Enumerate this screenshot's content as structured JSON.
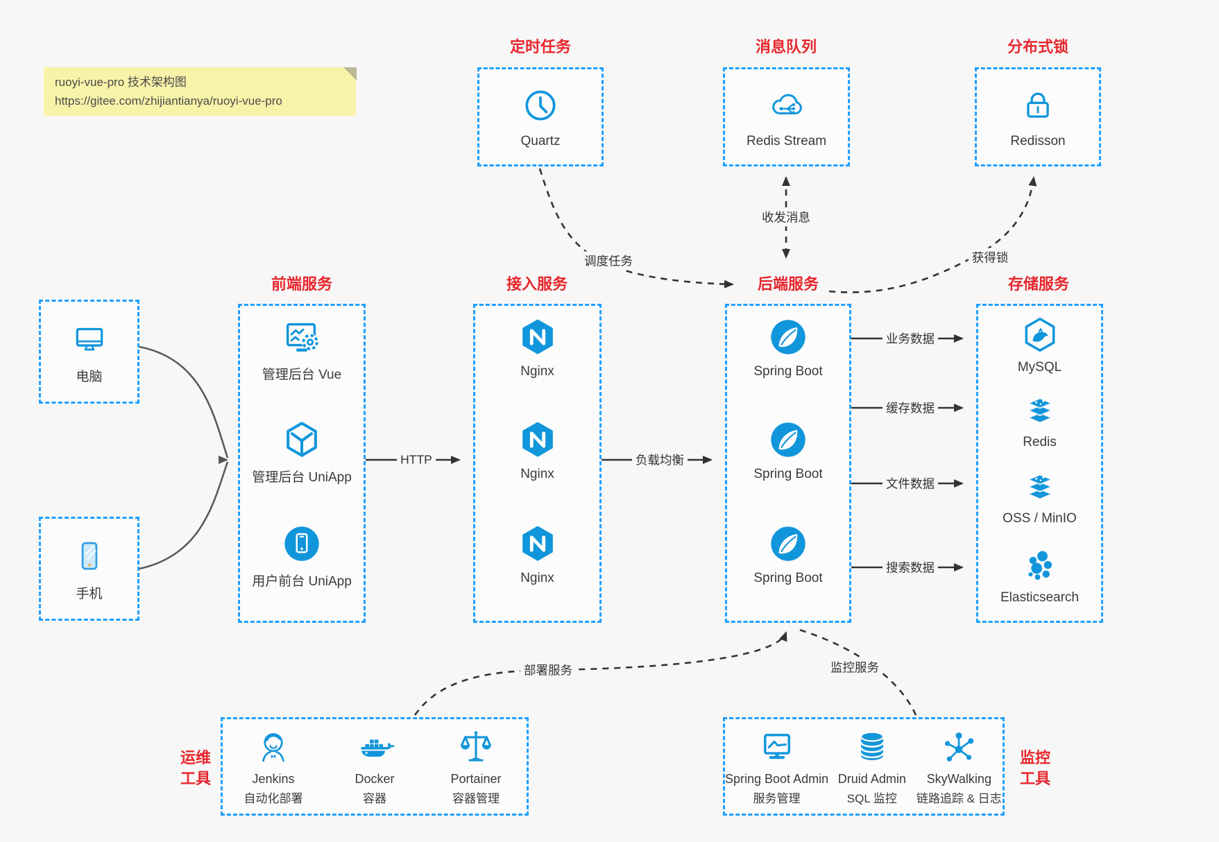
{
  "note": {
    "line1": "ruoyi-vue-pro 技术架构图",
    "line2": "https://gitee.com/zhijiantianya/ruoyi-vue-pro"
  },
  "colors": {
    "accent_blue": "#1296db",
    "border_blue": "#1e9fff",
    "title_red": "#e8262d",
    "arrow_black": "#333333",
    "client_gray": "#5a5a5a",
    "note_bg": "#f9f3a9",
    "page_bg": "#f7f7f7"
  },
  "top": {
    "scheduled": {
      "title": "定时任务",
      "item": {
        "label": "Quartz",
        "icon": "clock-icon"
      }
    },
    "mq": {
      "title": "消息队列",
      "item": {
        "label": "Redis Stream",
        "icon": "cloud-stream-icon"
      }
    },
    "lock": {
      "title": "分布式锁",
      "item": {
        "label": "Redisson",
        "icon": "padlock-icon"
      }
    }
  },
  "clients": {
    "computer": {
      "label": "电脑",
      "icon": "desktop-icon"
    },
    "phone": {
      "label": "手机",
      "icon": "smartphone-icon"
    }
  },
  "columns": {
    "frontend": {
      "title": "前端服务",
      "items": [
        {
          "label": "管理后台 Vue",
          "icon": "admin-vue-icon"
        },
        {
          "label": "管理后台 UniApp",
          "icon": "uniapp-cube-icon"
        },
        {
          "label": "用户前台 UniApp",
          "icon": "user-app-icon"
        }
      ]
    },
    "gateway": {
      "title": "接入服务",
      "items": [
        {
          "label": "Nginx",
          "icon": "nginx-icon"
        },
        {
          "label": "Nginx",
          "icon": "nginx-icon"
        },
        {
          "label": "Nginx",
          "icon": "nginx-icon"
        }
      ]
    },
    "backend": {
      "title": "后端服务",
      "items": [
        {
          "label": "Spring Boot",
          "icon": "spring-boot-icon"
        },
        {
          "label": "Spring Boot",
          "icon": "spring-boot-icon"
        },
        {
          "label": "Spring Boot",
          "icon": "spring-boot-icon"
        }
      ]
    },
    "storage": {
      "title": "存储服务",
      "items": [
        {
          "label": "MySQL",
          "icon": "mysql-icon"
        },
        {
          "label": "Redis",
          "icon": "redis-stack-icon"
        },
        {
          "label": "OSS / MinIO",
          "icon": "oss-stack-icon"
        },
        {
          "label": "Elasticsearch",
          "icon": "elasticsearch-icon"
        }
      ]
    }
  },
  "bottom": {
    "devops": {
      "title_line1": "运维",
      "title_line2": "工具",
      "items": [
        {
          "name": "Jenkins",
          "desc": "自动化部署",
          "icon": "jenkins-icon"
        },
        {
          "name": "Docker",
          "desc": "容器",
          "icon": "docker-icon"
        },
        {
          "name": "Portainer",
          "desc": "容器管理",
          "icon": "portainer-icon"
        }
      ]
    },
    "monitoring": {
      "title_line1": "监控",
      "title_line2": "工具",
      "items": [
        {
          "name": "Spring Boot Admin",
          "desc": "服务管理",
          "icon": "spring-boot-admin-icon"
        },
        {
          "name": "Druid Admin",
          "desc": "SQL 监控",
          "icon": "druid-icon"
        },
        {
          "name": "SkyWalking",
          "desc": "链路追踪 & 日志",
          "icon": "skywalking-icon"
        }
      ]
    }
  },
  "edges": {
    "http": "HTTP",
    "load_balance": "负载均衡",
    "business_data": "业务数据",
    "cache_data": "缓存数据",
    "file_data": "文件数据",
    "search_data": "搜索数据",
    "schedule_task": "调度任务",
    "send_receive_message": "收发消息",
    "acquire_lock": "获得锁",
    "deploy_service": "部署服务",
    "monitor_service": "监控服务"
  }
}
